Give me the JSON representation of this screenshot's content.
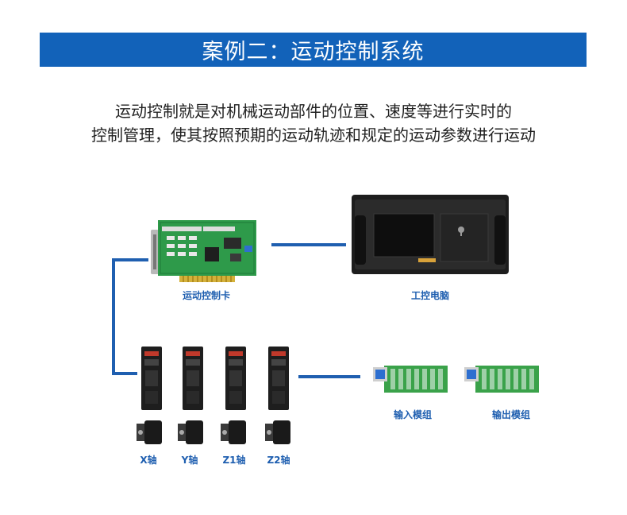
{
  "title": "案例二：运动控制系统",
  "intro": {
    "line1": "运动控制就是对机械运动部件的位置、速度等进行实时的",
    "line2": "控制管理，使其按照预期的运动轨迹和规定的运动参数进行运动"
  },
  "components": {
    "card": "运动控制卡",
    "pc": "工控电脑",
    "axes": [
      "X轴",
      "Y轴",
      "Z1轴",
      "Z2轴"
    ],
    "modules": [
      "输入模组",
      "输出模组"
    ]
  },
  "colors": {
    "banner": "#1262b9",
    "wire": "#1f5fb0",
    "label": "#1f5fb0",
    "pcb": "#2e9a4a"
  }
}
